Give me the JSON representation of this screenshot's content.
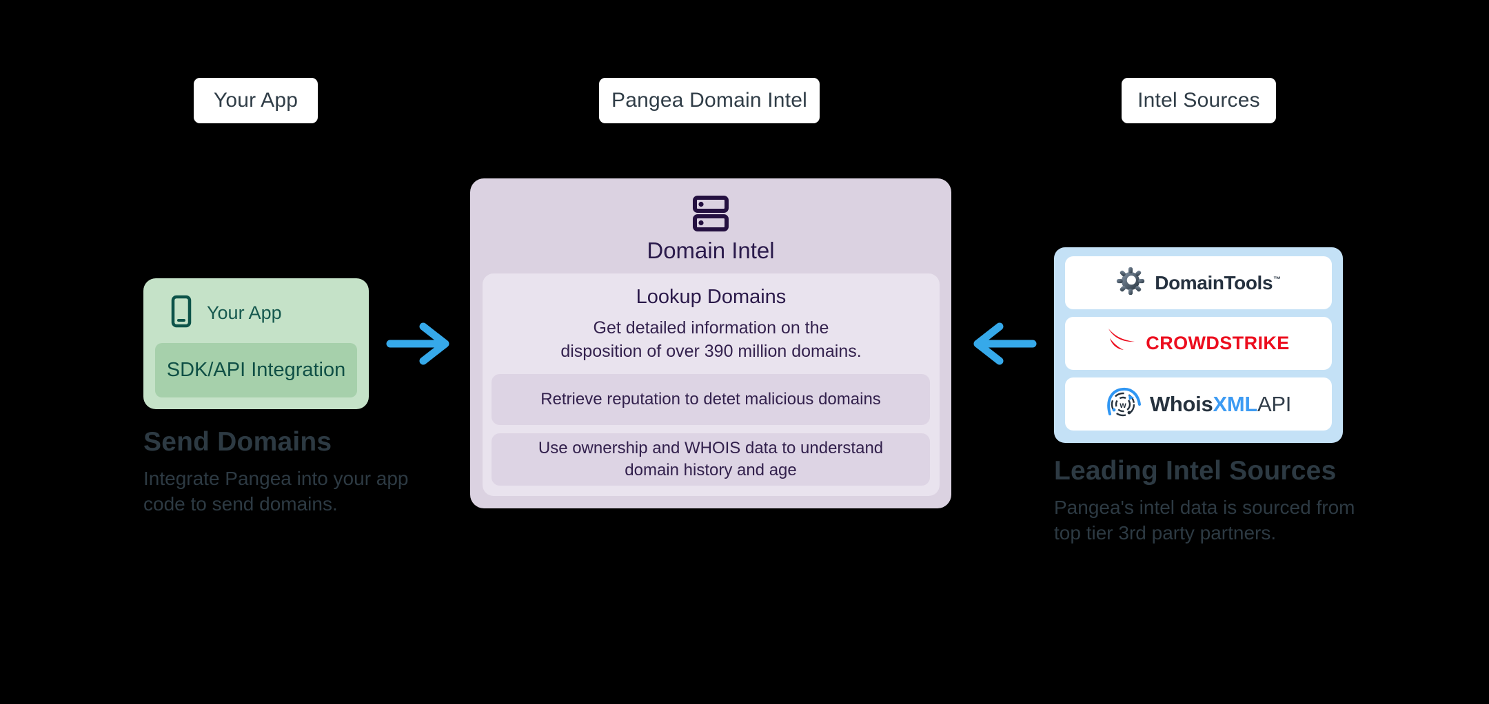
{
  "diagram": {
    "top_labels": {
      "your_app": "Your App",
      "pangea": "Pangea Domain Intel",
      "intel_sources": "Intel Sources"
    },
    "app": {
      "name": "Your App",
      "integration": "SDK/API Integration",
      "heading": "Send Domains",
      "description": "Integrate Pangea into your app\ncode to send domains."
    },
    "service": {
      "title": "Domain Intel",
      "lookup_title": "Lookup Domains",
      "lookup_description": "Get detailed information on the\ndisposition of over 390 million domains.",
      "features": [
        "Retrieve reputation to detet malicious domains",
        "Use ownership and WHOIS data to understand\ndomain history and age"
      ]
    },
    "sources": {
      "heading": "Leading Intel Sources",
      "description": "Pangea's intel data is sourced from\ntop tier 3rd party partners.",
      "partners": {
        "domaintools": {
          "name": "DomainTools",
          "tm": "™"
        },
        "crowdstrike": {
          "name": "CROWDSTRIKE"
        },
        "whoisxmlapi": {
          "part1": "Whois",
          "part2": "XML",
          "part3": "API"
        }
      }
    },
    "colors": {
      "arrow_blue": "#36a9ea",
      "app_card_bg": "#c5e2c8",
      "app_inner_bg": "#a6d0ab",
      "app_text": "#0f4f45",
      "intel_card_bg": "#dbd2e1",
      "intel_inner_bg": "#e9e3ee",
      "intel_feature_bg": "#ddd4e4",
      "intel_text": "#2a1a4b",
      "sources_card_bg": "#c4e1f6",
      "slate_text": "#2d3a43",
      "crowdstrike_red": "#ec0d1e",
      "whoisxml_blue": "#3d9bf3"
    }
  }
}
